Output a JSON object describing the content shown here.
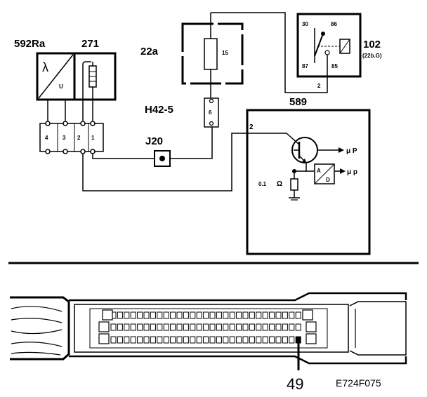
{
  "components": {
    "sensor_label": "592Ra",
    "sensor_lambda": "λ",
    "sensor_u": "U",
    "heater_label": "271",
    "fusebox_label": "22a",
    "fuse_number": "15",
    "fuse_harness_label": "H42-5",
    "fuse_pin": "6",
    "relay_label": "102",
    "relay_sublabel": "(22b.G)",
    "relay_pins": [
      "30",
      "86",
      "87",
      "85"
    ],
    "relay_out_pin": "2",
    "splice_label": "J20",
    "ecu_label": "589",
    "ecu_pin": "2",
    "ecu_mup_1": "μ P",
    "ecu_mup_2": "μ p",
    "ecu_resistance": "0.1",
    "ecu_ohm": "Ω",
    "adc_a": "A",
    "adc_d": "D",
    "connector_pins": [
      "4",
      "3",
      "2",
      "1"
    ]
  },
  "connector_view": {
    "pin_callout": "49"
  },
  "figure_code": "E724F075"
}
